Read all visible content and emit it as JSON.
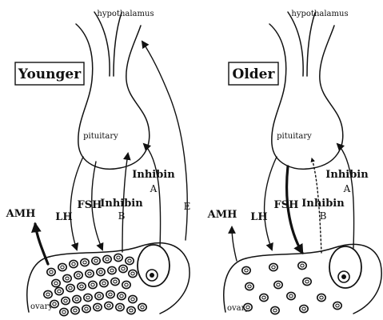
{
  "panels": [
    {
      "id": "younger",
      "title": "Younger",
      "labels": {
        "hypothalamus": "hypothalamus",
        "pituitary": "pituitary",
        "ovary": "ovary",
        "amh": "AMH",
        "lh": "LH",
        "fsh": "FSH",
        "inhibin_b_word": "Inhibin",
        "inhibin_b_letter": "B",
        "inhibin_a_word": "Inhibin",
        "inhibin_a_letter": "A",
        "e": "E"
      },
      "follicle_count": 40,
      "amh_arrow": "thick",
      "fsh_arrow": "normal",
      "inhibin_b_arrow": "solid"
    },
    {
      "id": "older",
      "title": "Older",
      "labels": {
        "hypothalamus": "hypothalamus",
        "pituitary": "pituitary",
        "ovary": "ovary",
        "amh": "AMH",
        "lh": "LH",
        "fsh": "FSH",
        "inhibin_b_word": "Inhibin",
        "inhibin_b_letter": "B",
        "inhibin_a_word": "Inhibin",
        "inhibin_a_letter": "A"
      },
      "follicle_count": 13,
      "amh_arrow": "thin",
      "fsh_arrow": "thick",
      "inhibin_b_arrow": "dotted"
    }
  ]
}
